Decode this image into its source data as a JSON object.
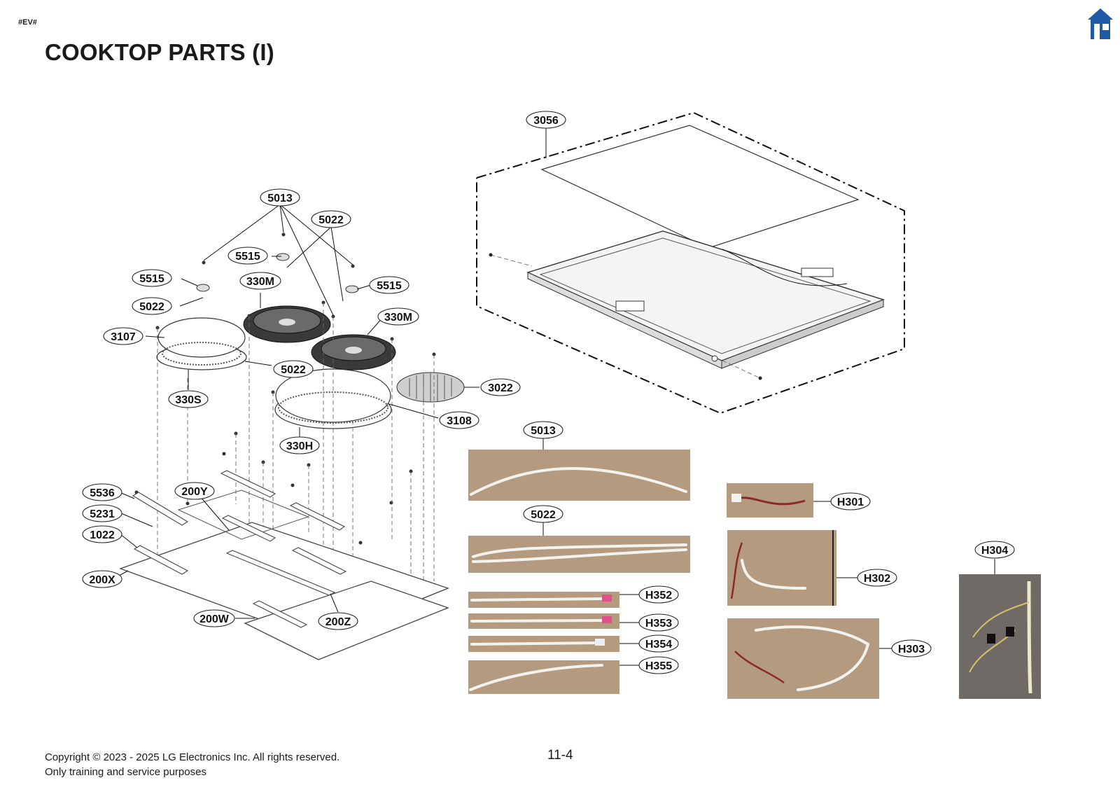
{
  "header": {
    "doc_code": "#EV#",
    "title": "COOKTOP PARTS (I)",
    "home_icon": "home-icon",
    "home_color": "#1f5aa6"
  },
  "callouts": {
    "c3056": "3056",
    "c5013a": "5013",
    "c5022a": "5022",
    "c5515a": "5515",
    "c5515b": "5515",
    "c5515c": "5515",
    "c5022b": "5022",
    "c330Ma": "330M",
    "c330Mb": "330M",
    "c3107": "3107",
    "c5022c": "5022",
    "c330S": "330S",
    "c3022": "3022",
    "c3108": "3108",
    "c330H": "330H",
    "c5536": "5536",
    "c200Y": "200Y",
    "c5231": "5231",
    "c1022": "1022",
    "c200X": "200X",
    "c200W": "200W",
    "c200Z": "200Z",
    "c5013b": "5013",
    "c5022d": "5022",
    "cH352": "H352",
    "cH353": "H353",
    "cH354": "H354",
    "cH355": "H355",
    "cH301": "H301",
    "cH302": "H302",
    "cH303": "H303",
    "cH304": "H304"
  },
  "footer": {
    "copyright_line1": "Copyright © 2023 - 2025 LG Electronics Inc. All rights reserved.",
    "copyright_line2": "Only training and service purposes",
    "page_number": "11-4"
  }
}
